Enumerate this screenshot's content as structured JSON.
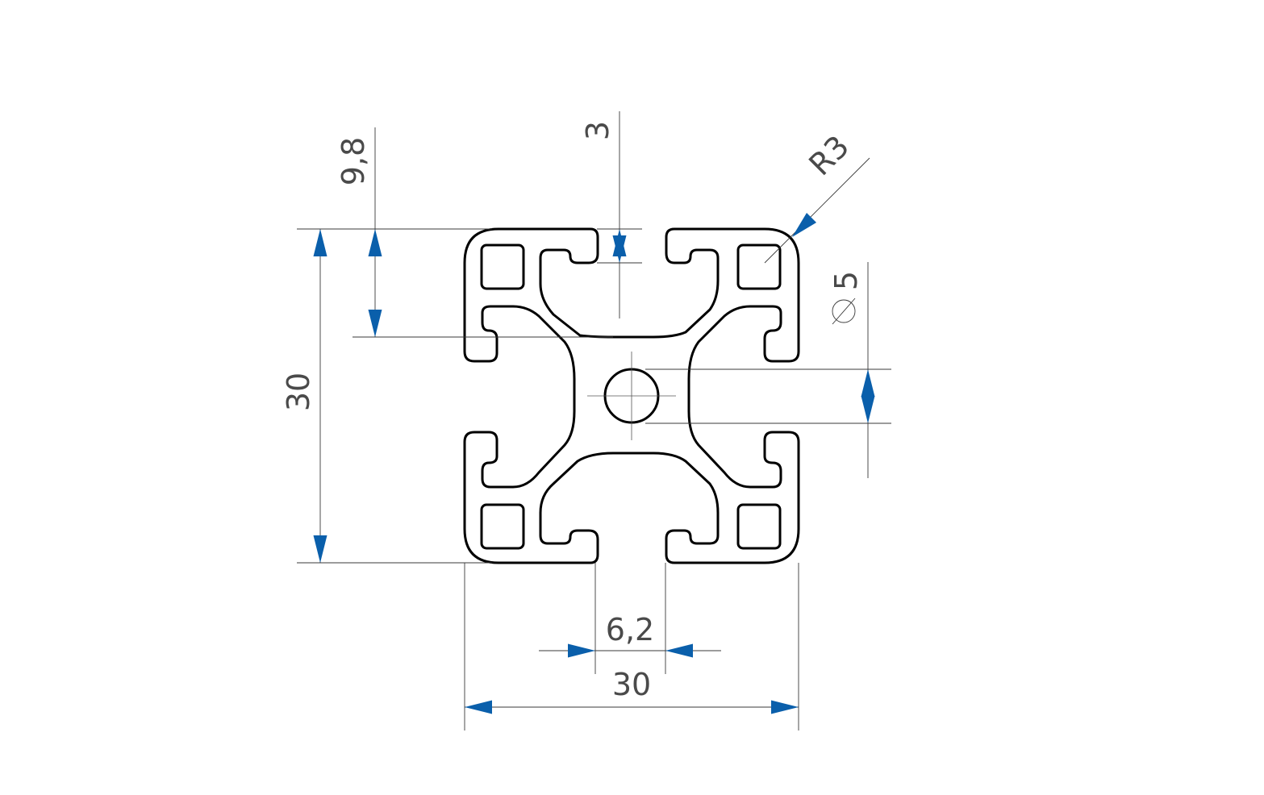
{
  "dimensions": {
    "width": "30",
    "height": "30",
    "slot_width": "6,2",
    "slot_depth": "9,8",
    "wall_thickness": "3",
    "corner_radius": "R3",
    "bore_diameter": "5"
  },
  "colors": {
    "arrow": "#0a5fab",
    "profile_stroke": "#000000",
    "dim_line": "#3a3a3a",
    "text": "#4a4a4a"
  },
  "symbols": {
    "diameter": "diameter-symbol"
  }
}
